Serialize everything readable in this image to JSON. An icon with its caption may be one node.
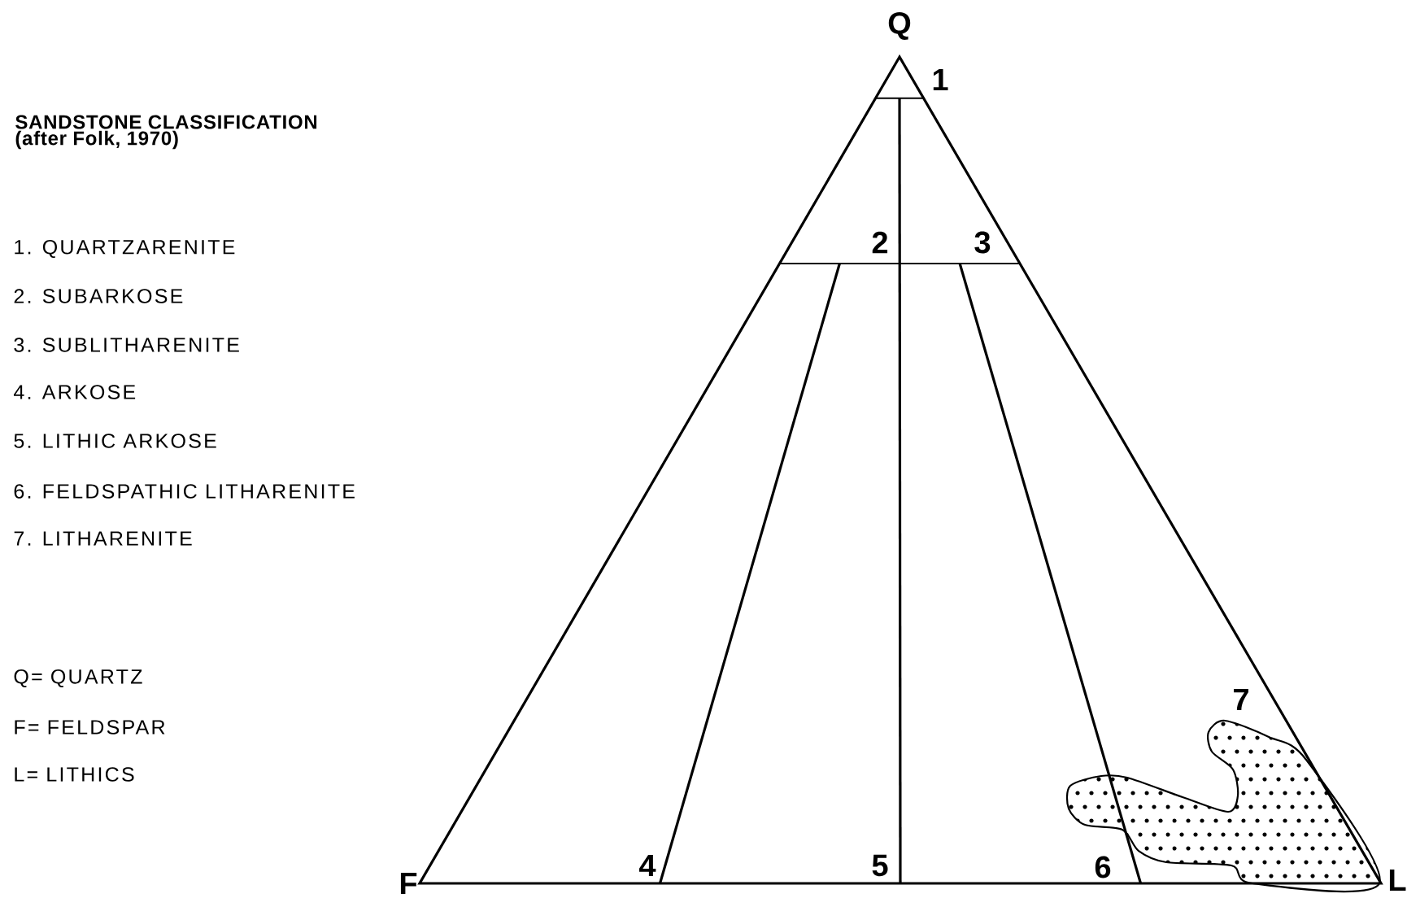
{
  "diagram": {
    "title": "SANDSTONE CLASSIFICATION",
    "labels": [
      "(after Folk, 1970)",
      "Q",
      "1",
      "1. QUARTZARENITE",
      "2. SUBARKOSE",
      "2",
      "3",
      "3. SUBLITHARENITE",
      "4. ARKOSE",
      "5. LITHIC ARKOSE",
      "6. FELDSPATHIC LITHARENITE",
      "7. LITHARENITE",
      "Q= QUARTZ",
      "7",
      "F= FELDSPAR",
      "L= LITHICS",
      "F",
      "4",
      "5",
      "6",
      "L"
    ]
  }
}
